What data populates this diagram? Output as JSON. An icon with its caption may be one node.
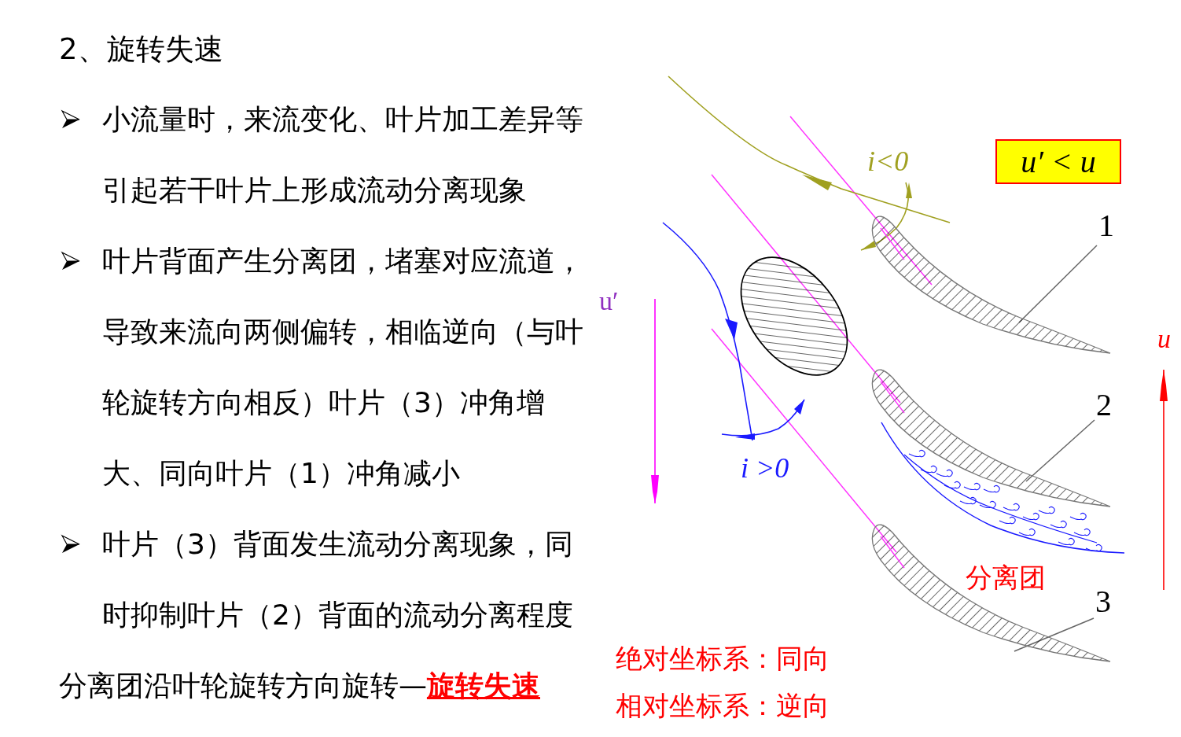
{
  "diagram": {
    "nodes": [
      {
        "text": [
          "1"
        ]
      },
      {
        "text": [],
        "shape": "blade"
      },
      {
        "text": [
          "2"
        ]
      },
      {
        "text": [],
        "shape": "blade"
      },
      {
        "text": [
          "3"
        ]
      },
      {
        "text": [],
        "shape": "blade"
      },
      {
        "text": [
          "u′ < u"
        ]
      }
    ],
    "edges": [
      {
        "from": 0,
        "to": 1,
        "arrow": "none"
      },
      {
        "from": 2,
        "to": 3,
        "arrow": "none"
      },
      {
        "from": 4,
        "to": 5,
        "arrow": "none"
      }
    ],
    "labels": [
      "2、旋转失速",
      "小流量时，来流变化、叶片加工差异等引起若干叶片上形成流动分离现象",
      "叶片背面产生分离团，堵塞对应流道，导致来流向两侧偏转，相临逆向（与叶轮旋转方向相反）叶片（3）冲角增大、同向叶片（1）冲角减小",
      "叶片（3）背面发生流动分离现象，同时抑制叶片（2）背面的流动分离程度",
      "分离团沿叶轮旋转方向旋转—**旋转失速**",
      "i<0",
      "u′",
      "u",
      "i >0",
      "分离团",
      "绝对坐标系：同向",
      "相对坐标系：逆向"
    ]
  }
}
